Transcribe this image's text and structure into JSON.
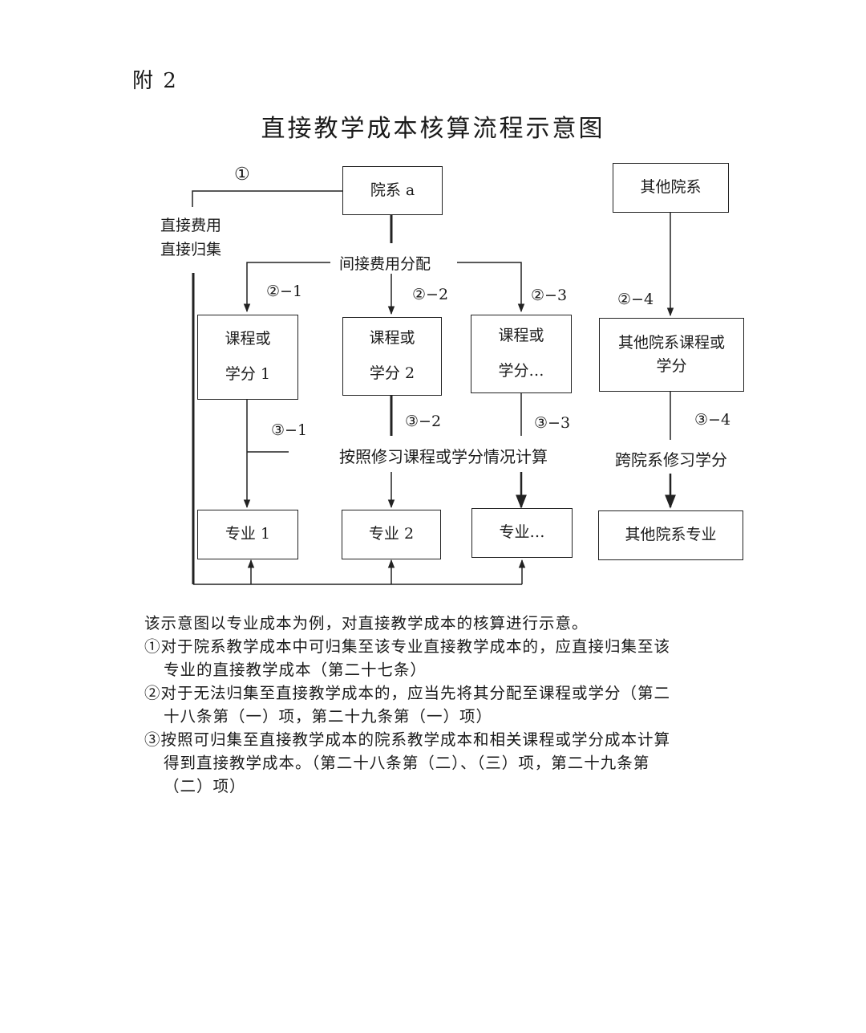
{
  "attachment_label": "附 2",
  "title": "直接教学成本核算流程示意图",
  "boxes": {
    "dept_a": "院系 a",
    "other_dept": "其他院系",
    "course1_l1": "课程或",
    "course1_l2": "学分 1",
    "course2_l1": "课程或",
    "course2_l2": "学分 2",
    "course3_l1": "课程或",
    "course3_l2": "学分…",
    "other_course_l1": "其他院系课程或",
    "other_course_l2": "学分",
    "major1": "专业 1",
    "major2": "专业 2",
    "major3": "专业…",
    "other_major": "其他院系专业"
  },
  "labels": {
    "direct_l1": "直接费用",
    "direct_l2": "直接归集",
    "indirect": "间接费用分配",
    "compute": "按照修习课程或学分情况计算",
    "cross": "跨院系修习学分"
  },
  "steps": {
    "s1": "①",
    "s2_1": "②−1",
    "s2_2": "②−2",
    "s2_3": "②−3",
    "s2_4": "②−4",
    "s3_1": "③−1",
    "s3_2": "③−2",
    "s3_3": "③−3",
    "s3_4": "③−4"
  },
  "notes": {
    "intro": "该示意图以专业成本为例，对直接教学成本的核算进行示意。",
    "n1_a": "①对于院系教学成本中可归集至该专业直接教学成本的，应直接归集至该",
    "n1_b": "专业的直接教学成本（第二十七条）",
    "n2_a": "②对于无法归集至直接教学成本的，应当先将其分配至课程或学分（第二",
    "n2_b": "十八条第（一）项，第二十九条第（一）项）",
    "n3_a": "③按照可归集至直接教学成本的院系教学成本和相关课程或学分成本计算",
    "n3_b": "得到直接教学成本。（第二十八条第（二）、（三）项，第二十九条第",
    "n3_c": "（二）项）"
  }
}
